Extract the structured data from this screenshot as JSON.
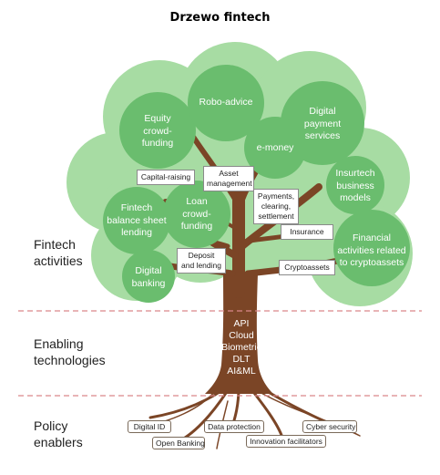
{
  "title": "Drzewo fintech",
  "sections": {
    "fintech_activities": [
      "Fintech",
      "activities"
    ],
    "enabling_technologies": [
      "Enabling",
      "technologies"
    ],
    "policy_enablers": [
      "Policy",
      "enablers"
    ]
  },
  "canopy_nodes": {
    "equity_crowdfunding": [
      "Equity",
      "crowd-",
      "funding"
    ],
    "robo_advice": [
      "Robo-advice"
    ],
    "digital_payment_services": [
      "Digital",
      "payment",
      "services"
    ],
    "e_money": [
      "e-money"
    ],
    "insurtech_business_models": [
      "Insurtech",
      "business",
      "models"
    ],
    "fintech_balance_sheet_lending": [
      "Fintech",
      "balance sheet",
      "lending"
    ],
    "loan_crowdfunding": [
      "Loan",
      "crowd-",
      "funding"
    ],
    "digital_banking": [
      "Digital",
      "banking"
    ],
    "financial_activities_crypto": [
      "Financial",
      "activities related",
      "to cryptoassets"
    ]
  },
  "branch_labels": {
    "capital_raising": [
      "Capital-raising"
    ],
    "asset_management": [
      "Asset",
      "management"
    ],
    "payments_clearing_settlement": [
      "Payments,",
      "clearing,",
      "settlement"
    ],
    "insurance": [
      "Insurance"
    ],
    "deposit_and_lending": [
      "Deposit",
      "and lending"
    ],
    "cryptoassets": [
      "Cryptoassets"
    ]
  },
  "technologies": [
    "API",
    "Cloud",
    "Biometric",
    "DLT",
    "AI&ML"
  ],
  "policy_enablers": {
    "digital_id": "Digital ID",
    "data_protection": "Data protection",
    "cyber_security": "Cyber security",
    "open_banking": "Open Banking",
    "innovation_facilitators": "Innovation facilitators"
  },
  "colors": {
    "canopy_light": "#a7dca3",
    "node_green": "#6abd6e",
    "trunk_brown": "#7b4526",
    "divider_red": "#d9888a"
  }
}
